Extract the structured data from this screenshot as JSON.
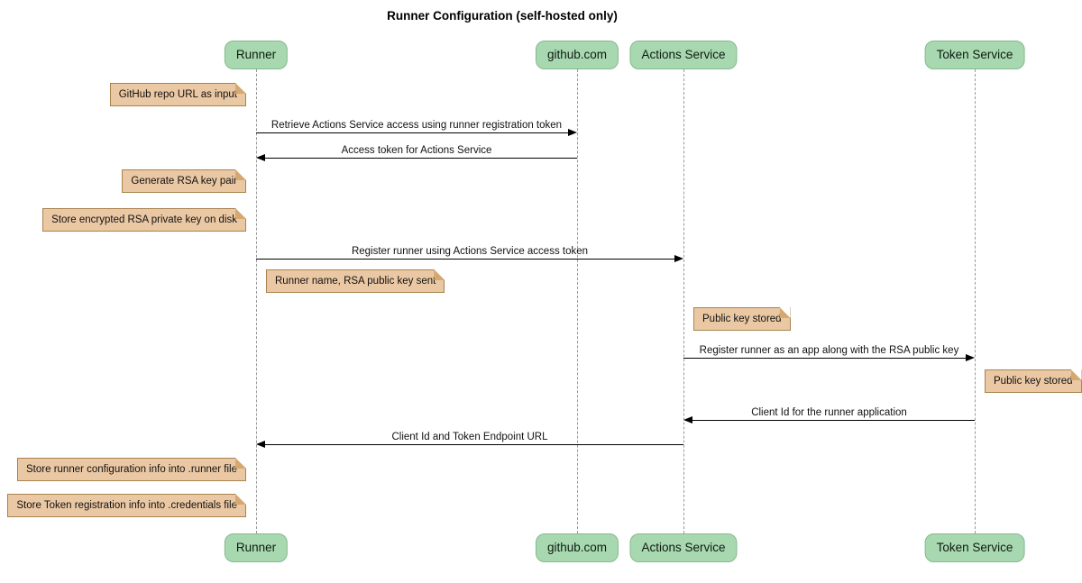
{
  "title": "Runner Configuration (self-hosted only)",
  "actors": [
    {
      "name": "Runner"
    },
    {
      "name": "github.com"
    },
    {
      "name": "Actions Service"
    },
    {
      "name": "Token Service"
    }
  ],
  "messages": [
    {
      "text": "Retrieve Actions Service access using runner registration token",
      "from": "Runner",
      "to": "github.com",
      "direction": "right"
    },
    {
      "text": "Access token for Actions Service",
      "from": "github.com",
      "to": "Runner",
      "direction": "left"
    },
    {
      "text": "Register runner using Actions Service access token",
      "from": "Runner",
      "to": "Actions Service",
      "direction": "right"
    },
    {
      "text": "Register runner as an app along with the RSA public key",
      "from": "Actions Service",
      "to": "Token Service",
      "direction": "right"
    },
    {
      "text": "Client Id for the runner application",
      "from": "Token Service",
      "to": "Actions Service",
      "direction": "left"
    },
    {
      "text": "Client Id and Token Endpoint URL",
      "from": "Actions Service",
      "to": "Runner",
      "direction": "left"
    }
  ],
  "notes": [
    {
      "text": "GitHub repo URL as input",
      "anchor": "left of Runner"
    },
    {
      "text": "Generate RSA key pair",
      "anchor": "left of Runner"
    },
    {
      "text": "Store encrypted RSA private key on disk",
      "anchor": "left of Runner"
    },
    {
      "text": "Runner name, RSA public key sent",
      "anchor": "right of Runner"
    },
    {
      "text": "Public key stored",
      "anchor": "right of Actions Service"
    },
    {
      "text": "Public key stored",
      "anchor": "right of Token Service"
    },
    {
      "text": "Store runner configuration info into .runner file",
      "anchor": "left of Runner"
    },
    {
      "text": "Store Token registration info into .credentials file",
      "anchor": "left of Runner"
    }
  ],
  "colors": {
    "actor_fill": "#a8d8b0",
    "actor_border": "#85b98f",
    "note_fill": "#ebc8a4",
    "note_border": "#a8824f",
    "note_fold": "#d4a86f",
    "lifeline": "#999999",
    "arrow": "#000000"
  }
}
